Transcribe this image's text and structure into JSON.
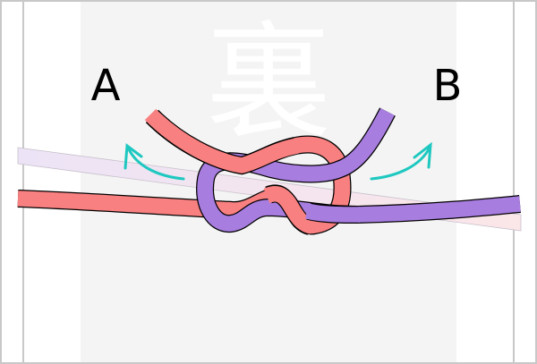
{
  "diagram": {
    "watermark_kanji": "裏",
    "label_left": "A",
    "label_right": "B",
    "colors": {
      "rope_a": "#f98080",
      "rope_b": "#a87de0",
      "arrow": "#1ec8c0",
      "panel": "#f4f4f4",
      "band_left": "#ece4f6",
      "band_right": "#fbe6e8"
    },
    "icons": [
      "curved-arrow-left-up",
      "curved-arrow-right-up"
    ]
  }
}
